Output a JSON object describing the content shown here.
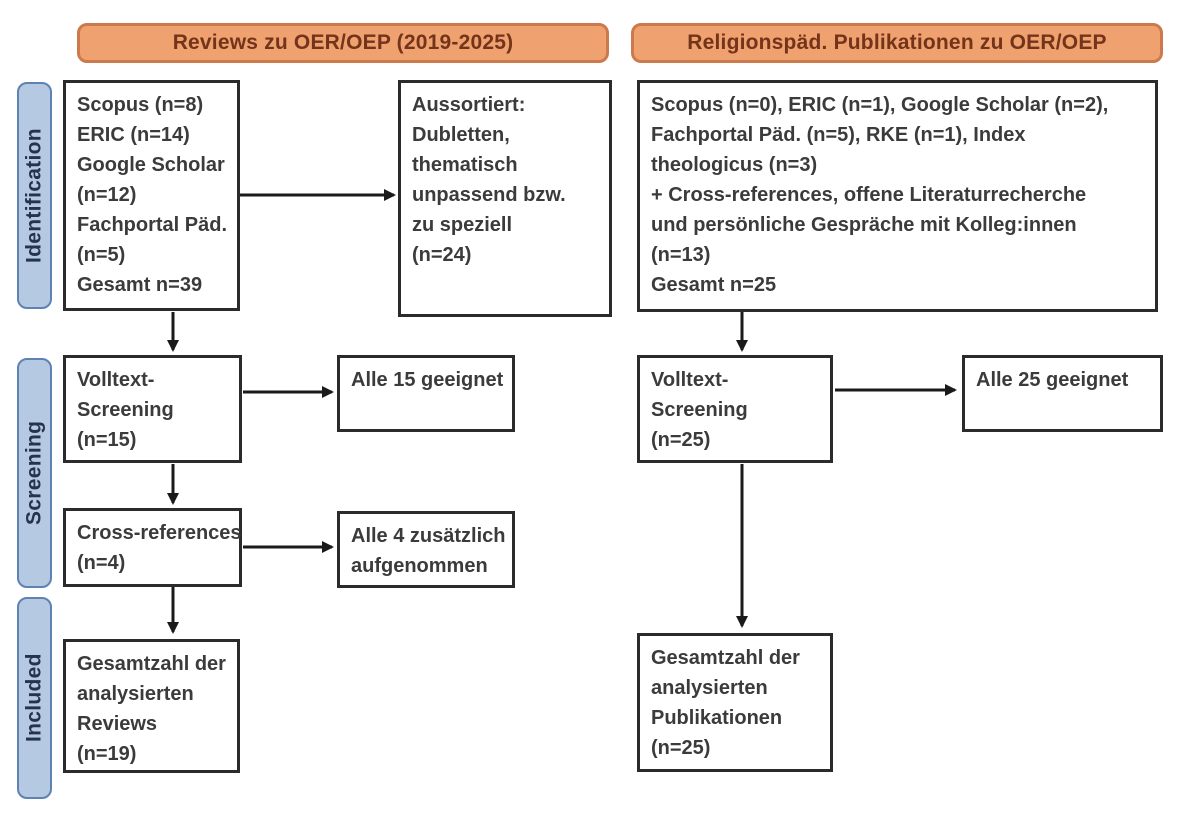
{
  "colors": {
    "background": "#FFFFFF",
    "header-fill": "#F0A170",
    "header-border": "#CC7A4B",
    "header-text": "#73341A",
    "stage-fill": "#B6C9E2",
    "stage-border": "#5E82B4",
    "stage-text": "#25334E",
    "box-border": "#2B2B2B",
    "box-text": "#3B3B3B",
    "arrow": "#1A1A1A"
  },
  "headers": {
    "left": "Reviews zu OER/OEP (2019-2025)",
    "right": "Religionspäd. Publikationen zu OER/OEP"
  },
  "stages": {
    "identification": "Identification",
    "screening": "Screening",
    "included": "Included"
  },
  "boxes": {
    "sources_left": {
      "lines": [
        "Scopus (n=8)",
        "ERIC (n=14)",
        "Google Scholar",
        "(n=12)",
        "Fachportal Päd.",
        "(n=5)",
        "Gesamt n=39"
      ]
    },
    "excluded_left": {
      "lines": [
        "Aussortiert:",
        "Dubletten,",
        "thematisch",
        "unpassend bzw.",
        "zu speziell",
        "(n=24)"
      ]
    },
    "fulltext_left": {
      "lines": [
        "Volltext-",
        "Screening",
        "(n=15)"
      ]
    },
    "eligible_left": {
      "lines": [
        "Alle 15 geeignet"
      ]
    },
    "crossref_left": {
      "lines": [
        "Cross-references",
        "(n=4)"
      ]
    },
    "crossref_added_left": {
      "lines": [
        "Alle 4 zusätzlich",
        "aufgenommen"
      ]
    },
    "included_left": {
      "lines": [
        "Gesamtzahl der",
        "analysierten",
        "Reviews",
        "(n=19)"
      ]
    },
    "sources_right": {
      "lines": [
        "Scopus (n=0), ERIC (n=1), Google Scholar (n=2),",
        "Fachportal Päd. (n=5), RKE (n=1), Index",
        "theologicus (n=3)",
        "+ Cross-references, offene Literaturrecherche",
        "und persönliche Gespräche mit Kolleg:innen",
        "(n=13)",
        "Gesamt n=25"
      ]
    },
    "fulltext_right": {
      "lines": [
        "Volltext-",
        "Screening",
        "(n=25)"
      ]
    },
    "eligible_right": {
      "lines": [
        "Alle 25 geeignet"
      ]
    },
    "included_right": {
      "lines": [
        "Gesamtzahl der",
        "analysierten",
        "Publikationen",
        "(n=25)"
      ]
    }
  }
}
